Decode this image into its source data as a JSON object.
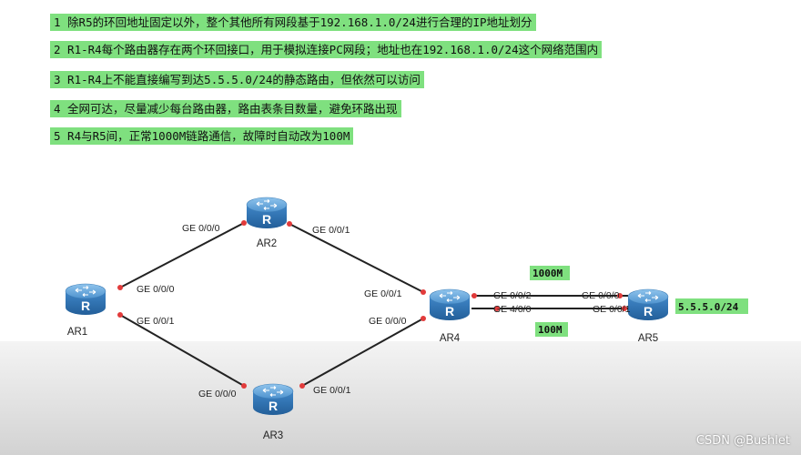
{
  "requirements": [
    "1 除R5的环回地址固定以外，整个其他所有网段基于192.168.1.0/24进行合理的IP地址划分",
    "2 R1-R4每个路由器存在两个环回接口，用于模拟连接PC网段；地址也在192.168.1.0/24这个网络范围内",
    "3 R1-R4上不能直接编写到达5.5.5.0/24的静态路由，但依然可以访问",
    "4 全网可达，尽量减少每台路由器，路由表条目数量，避免环路出现",
    "5 R4与R5间，正常1000M链路通信，故障时自动改为100M"
  ],
  "routers": {
    "ar1": {
      "name": "AR1"
    },
    "ar2": {
      "name": "AR2"
    },
    "ar3": {
      "name": "AR3"
    },
    "ar4": {
      "name": "AR4"
    },
    "ar5": {
      "name": "AR5"
    }
  },
  "router_icon_letter": "R",
  "interfaces": {
    "ar2_left": "GE 0/0/0",
    "ar2_right": "GE 0/0/1",
    "ar1_top": "GE 0/0/0",
    "ar1_bottom": "GE 0/0/1",
    "ar4_top": "GE 0/0/1",
    "ar4_left": "GE 0/0/0",
    "ar4_r1": "GE 0/0/2",
    "ar4_r2": "GE 4/0/0",
    "ar5_l1": "GE 0/0/0",
    "ar5_l2": "GE 0/0/1",
    "ar3_left": "GE 0/0/0",
    "ar3_right": "GE 0/0/1"
  },
  "link_tags": {
    "fast": "1000M",
    "slow": "100M",
    "loopback": "5.5.5.0/24"
  },
  "colors": {
    "highlight": "#7fe07f",
    "router_blue": "#3b82c4",
    "port_red": "#e23b3b"
  },
  "watermark": "CSDN @Bushlet"
}
